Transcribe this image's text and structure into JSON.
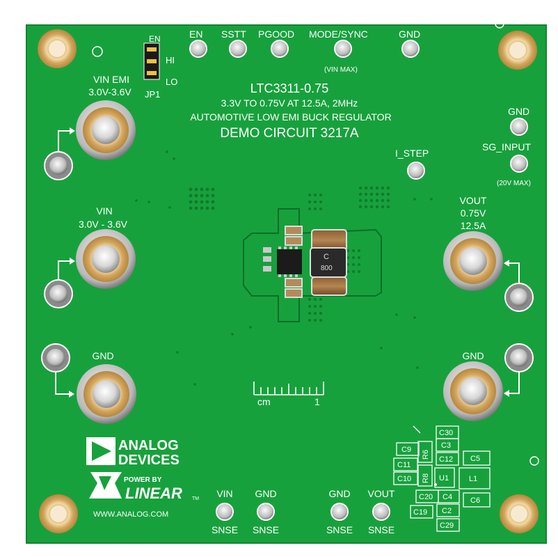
{
  "board": {
    "pcb_color": "#17a13c",
    "silkscreen_color": "#ffffff",
    "pad_color": "#d9b060"
  },
  "title_block": {
    "part": "LTC3311-0.75",
    "spec": "3.3V TO 0.75V AT 12.5A, 2MHz",
    "description": "AUTOMOTIVE LOW EMI BUCK REGULATOR",
    "demo": "DEMO CIRCUIT 3217A"
  },
  "jumper": {
    "ref": "JP1",
    "en": "EN",
    "hi": "HI",
    "lo": "LO"
  },
  "top_pins": {
    "en": "EN",
    "sstt": "SSTT",
    "pgood": "PGOOD",
    "mode": "MODE/SYNC",
    "mode_note": "(VIN MAX)",
    "gnd": "GND"
  },
  "right_pins": {
    "gnd": "GND",
    "sg_input": "SG_INPUT",
    "sg_note": "(20V MAX)",
    "i_step": "I_STEP"
  },
  "terminals": {
    "vin_emi_1": "VIN EMI",
    "vin_emi_2": "3.0V-3.6V",
    "vin_1": "VIN",
    "vin_2": "3.0V - 3.6V",
    "gnd_left": "GND",
    "vout_1": "VOUT",
    "vout_2": "0.75V",
    "vout_3": "12.5A",
    "gnd_right": "GND"
  },
  "ruler": {
    "unit": "cm",
    "mark": "1"
  },
  "logo": {
    "analog_1": "ANALOG",
    "analog_2": "DEVICES",
    "power_by": "POWER BY",
    "linear": "LINEAR",
    "tm": "TM",
    "url": "WWW.ANALOG.COM"
  },
  "sense": {
    "vin": "VIN",
    "vin_s": "SNSE",
    "gnd1": "GND",
    "gnd1_s": "SNSE",
    "gnd2": "GND",
    "gnd2_s": "SNSE",
    "vout": "VOUT",
    "vout_s": "SNSE"
  },
  "refs": {
    "c30": "C30",
    "c9": "C9",
    "r6": "R6",
    "c3": "C3",
    "c12": "C12",
    "c5": "C5",
    "c11": "C11",
    "r8": "R8",
    "u1": "U1",
    "l1": "L1",
    "c10": "C10",
    "c20": "C20",
    "c4": "C4",
    "c6": "C6",
    "c19": "C19",
    "c2": "C2",
    "c29": "C29"
  },
  "inductor_mark_1": "C",
  "inductor_mark_2": "800"
}
